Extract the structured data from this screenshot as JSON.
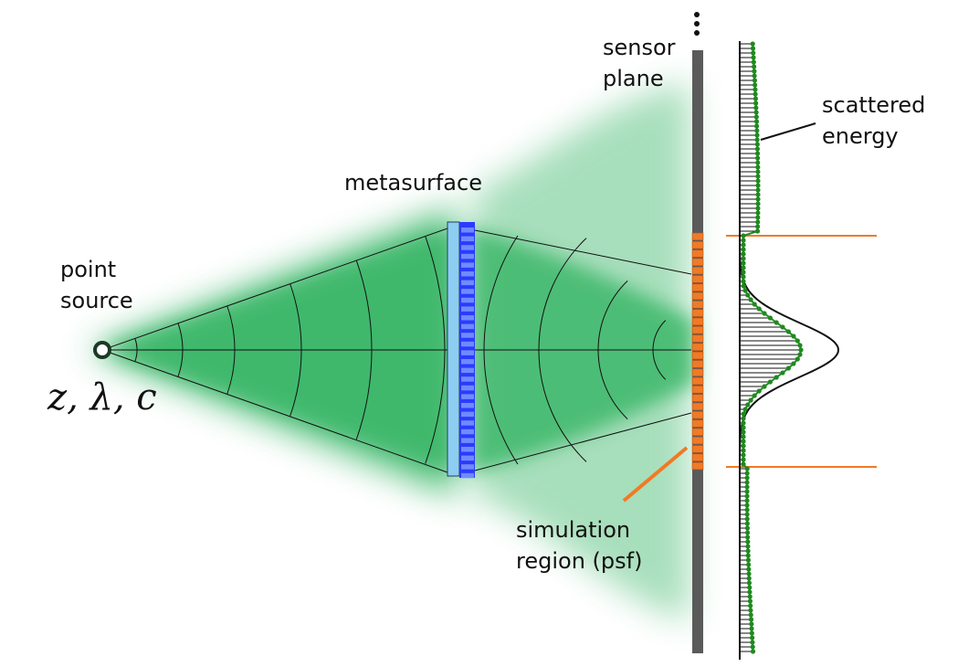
{
  "labels": {
    "point_source": [
      "point",
      "source"
    ],
    "params": "z, λ, c",
    "metasurface": "metasurface",
    "sensor_plane": [
      "sensor",
      "plane"
    ],
    "scattered_energy": [
      "scattered",
      "energy"
    ],
    "simulation_region": [
      "simulation",
      "region (psf)"
    ]
  },
  "colors": {
    "beam": "#3cb86b",
    "substrate": "#8ecdf2",
    "pillars": "#0a1ed2",
    "sensor": "#5a5a5a",
    "pixels": "#f07a26",
    "samples": "#1f8a1f",
    "region_lines": "#f07a26"
  },
  "icons": {
    "continuation": "vertical-ellipsis-icon",
    "source": "point-source-ring-icon"
  }
}
